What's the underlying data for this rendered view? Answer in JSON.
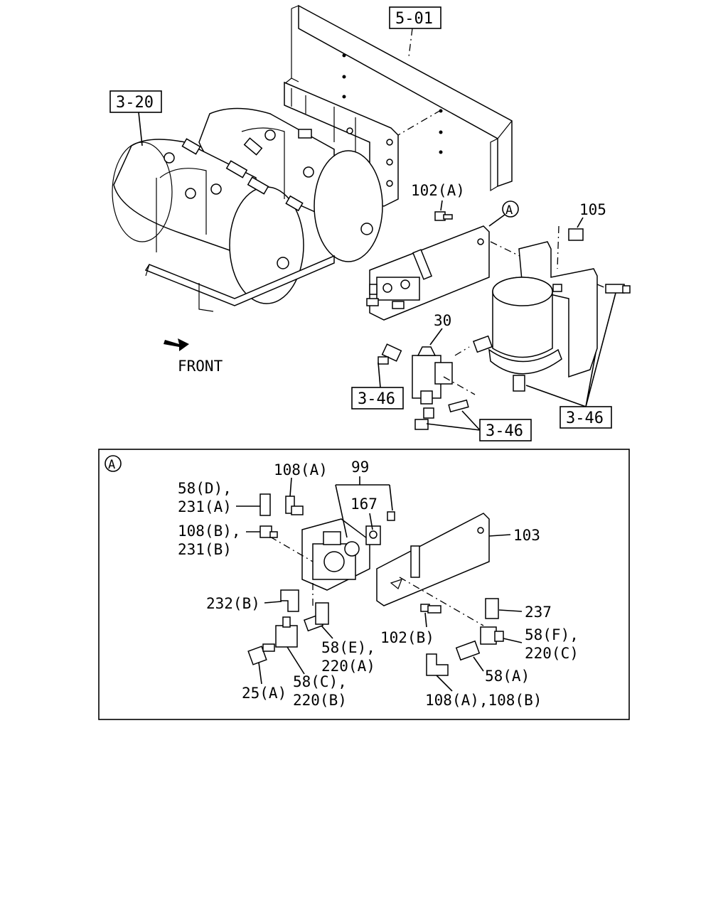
{
  "refs": {
    "frame": "5-01",
    "tanks": "3-20",
    "ref_346_a": "3-46",
    "ref_346_b": "3-46",
    "ref_346_c": "3-46"
  },
  "front_label": "FRONT",
  "detail_marker": "A",
  "top_labels": {
    "p102a": "102(A)",
    "p105": "105",
    "p30": "30"
  },
  "detail": {
    "marker": "A",
    "labels": {
      "p108a": "108(A)",
      "p99": "99",
      "p58d": "58(D),",
      "p231a": "231(A)",
      "p167": "167",
      "p108b": "108(B),",
      "p231b": "231(B)",
      "p103": "103",
      "p232b": "232(B)",
      "p237": "237",
      "p58e": "58(E),",
      "p220a": "220(A)",
      "p102b": "102(B)",
      "p58f": "58(F),",
      "p220c": "220(C)",
      "p58a": "58(A)",
      "p25a": "25(A)",
      "p58c": "58(C),",
      "p220b": "220(B)",
      "p108ab": "108(A),108(B)"
    }
  }
}
